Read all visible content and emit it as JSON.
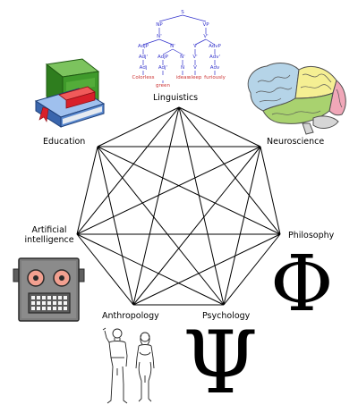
{
  "nodes": [
    {
      "key": "linguistics",
      "label": "Linguistics"
    },
    {
      "key": "neuroscience",
      "label": "Neuroscience"
    },
    {
      "key": "philosophy",
      "label": "Philosophy"
    },
    {
      "key": "psychology",
      "label": "Psychology"
    },
    {
      "key": "anthropology",
      "label": "Anthropology"
    },
    {
      "key": "artificial_intelligence",
      "label": "Artificial intelligence",
      "lines": [
        "Artificial",
        "intelligence"
      ]
    },
    {
      "key": "education",
      "label": "Education"
    }
  ],
  "symbols": {
    "philosophy": "Φ",
    "psychology": "Ψ"
  },
  "parse_tree": {
    "root": "S",
    "phrase_labels": [
      "NP",
      "VP",
      "N'",
      "V'",
      "AdjP",
      "N'",
      "V",
      "AdvP",
      "Adj'",
      "AdjP",
      "N'",
      "V'",
      "Adv'",
      "Adj",
      "Adj'",
      "N",
      "V",
      "Adv",
      "Adj"
    ],
    "words": [
      "Colorless",
      "green",
      "ideas",
      "sleep",
      "furiously"
    ]
  },
  "icons": {
    "linguistics": "parse-tree-icon",
    "neuroscience": "brain-icon",
    "philosophy": "phi-symbol-icon",
    "psychology": "psi-symbol-icon",
    "anthropology": "human-figures-icon",
    "artificial_intelligence": "robot-icon",
    "education": "books-icon"
  },
  "colors": {
    "tree_labels": "#3333cc",
    "tree_words": "#cc3333",
    "books_green": "#3f9a2b",
    "books_blue": "#5b8ad0",
    "books_red": "#d8202a",
    "robot_grey": "#777777",
    "robot_eye": "#f2a090",
    "brain_blue": "#b5d4e8",
    "brain_yellow": "#f5ef93",
    "brain_green": "#a9d26f",
    "brain_pink": "#f0a7b8"
  }
}
